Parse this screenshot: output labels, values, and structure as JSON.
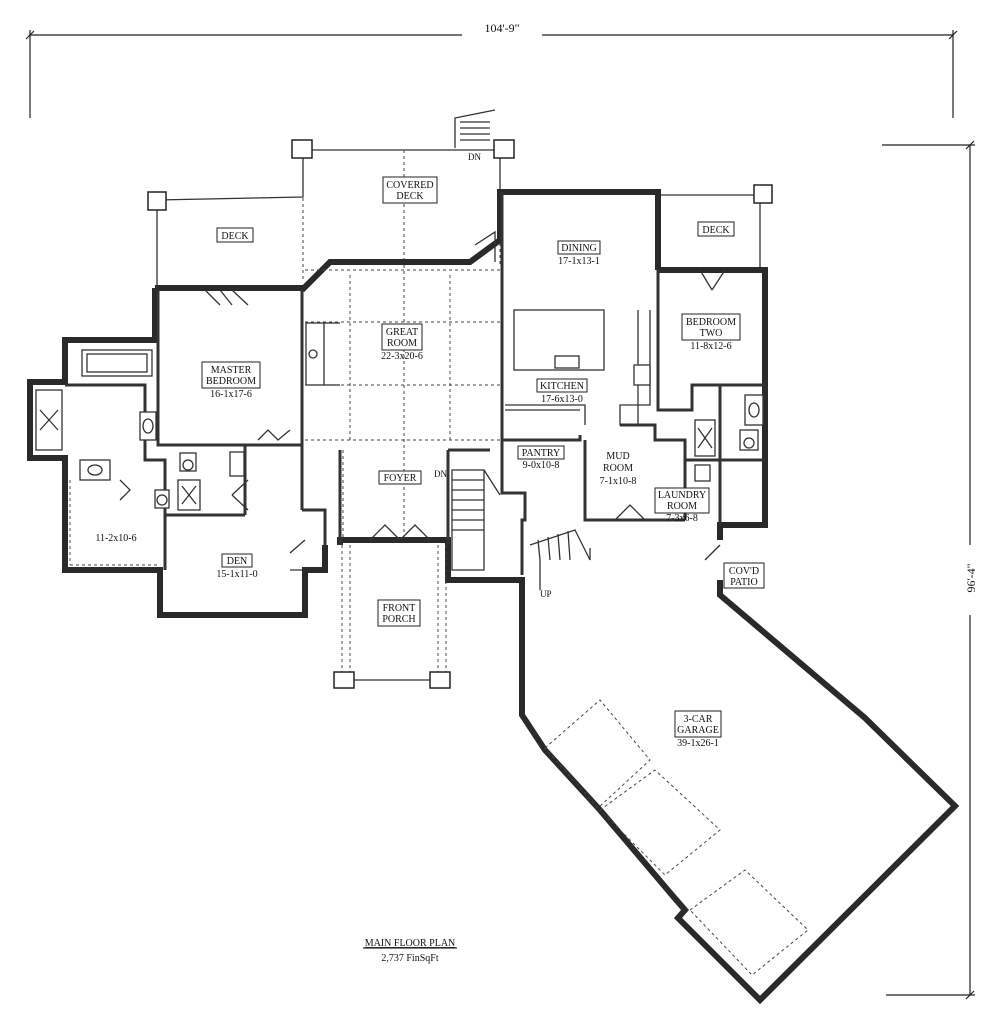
{
  "dimensions": {
    "overall_width": "104'-9\"",
    "overall_depth": "96'-4\""
  },
  "rooms": {
    "covered_deck": {
      "line1": "COVERED",
      "line2": "DECK"
    },
    "deck_left": {
      "name": "DECK"
    },
    "deck_right": {
      "name": "DECK"
    },
    "dining": {
      "name": "DINING",
      "size": "17-1x13-1"
    },
    "great_room": {
      "line1": "GREAT",
      "line2": "ROOM",
      "size": "22-3x20-6"
    },
    "master_bedroom": {
      "line1": "MASTER",
      "line2": "BEDROOM",
      "size": "16-1x17-6"
    },
    "bedroom_two": {
      "line1": "BEDROOM",
      "line2": "TWO",
      "size": "11-8x12-6"
    },
    "kitchen": {
      "name": "KITCHEN",
      "size": "17-6x13-0"
    },
    "pantry": {
      "name": "PANTRY",
      "size": "9-0x10-8"
    },
    "mud_room": {
      "line1": "MUD",
      "line2": "ROOM",
      "size": "7-1x10-8"
    },
    "laundry": {
      "line1": "LAUNDRY",
      "line2": "ROOM",
      "size": "7-3x6-8"
    },
    "foyer": {
      "name": "FOYER"
    },
    "closet": {
      "size": "11-2x10-6"
    },
    "den": {
      "name": "DEN",
      "size": "15-1x11-0"
    },
    "front_porch": {
      "line1": "FRONT",
      "line2": "PORCH"
    },
    "covd_patio": {
      "line1": "COV'D",
      "line2": "PATIO"
    },
    "garage": {
      "line1": "3-CAR",
      "line2": "GARAGE",
      "size": "39-1x26-1"
    }
  },
  "stair_labels": {
    "dn_deck": "DN",
    "dn_foyer": "DN",
    "up_garage": "UP"
  },
  "caption": {
    "title": "MAIN FLOOR PLAN",
    "area": "2,737 FinSqFt"
  }
}
